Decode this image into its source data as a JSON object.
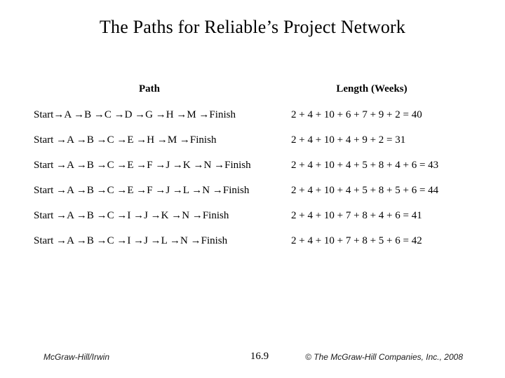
{
  "slide": {
    "title": "The Paths for Reliable’s Project Network",
    "table": {
      "headers": {
        "path": "Path",
        "length": "Length (Weeks)"
      },
      "rows": [
        {
          "path": "Start→A →B →C →D →G →H →M →Finish",
          "length": "2 + 4 + 10 + 6 + 7 + 9 + 2 = 40"
        },
        {
          "path": "Start →A →B →C →E →H →M →Finish",
          "length": "2 + 4 + 10 + 4 + 9 + 2 = 31"
        },
        {
          "path": "Start →A →B →C →E →F →J →K →N →Finish",
          "length": "2 + 4 + 10 + 4 + 5 + 8 + 4 + 6 = 43"
        },
        {
          "path": "Start →A →B →C →E →F →J →L →N →Finish",
          "length": "2 + 4 + 10 + 4 + 5 + 8 + 5 + 6 = 44"
        },
        {
          "path": "Start →A →B →C →I →J →K →N →Finish",
          "length": "2 + 4 + 10 + 7 + 8 + 4 + 6 = 41"
        },
        {
          "path": "Start →A →B →C →I →J →L →N →Finish",
          "length": "2 + 4 + 10 + 7 + 8 + 5 + 6 = 42"
        }
      ]
    },
    "footer": {
      "publisher": "McGraw-Hill/Irwin",
      "slide_number": "16.9",
      "copyright": "© The McGraw-Hill Companies, Inc., 2008"
    }
  }
}
